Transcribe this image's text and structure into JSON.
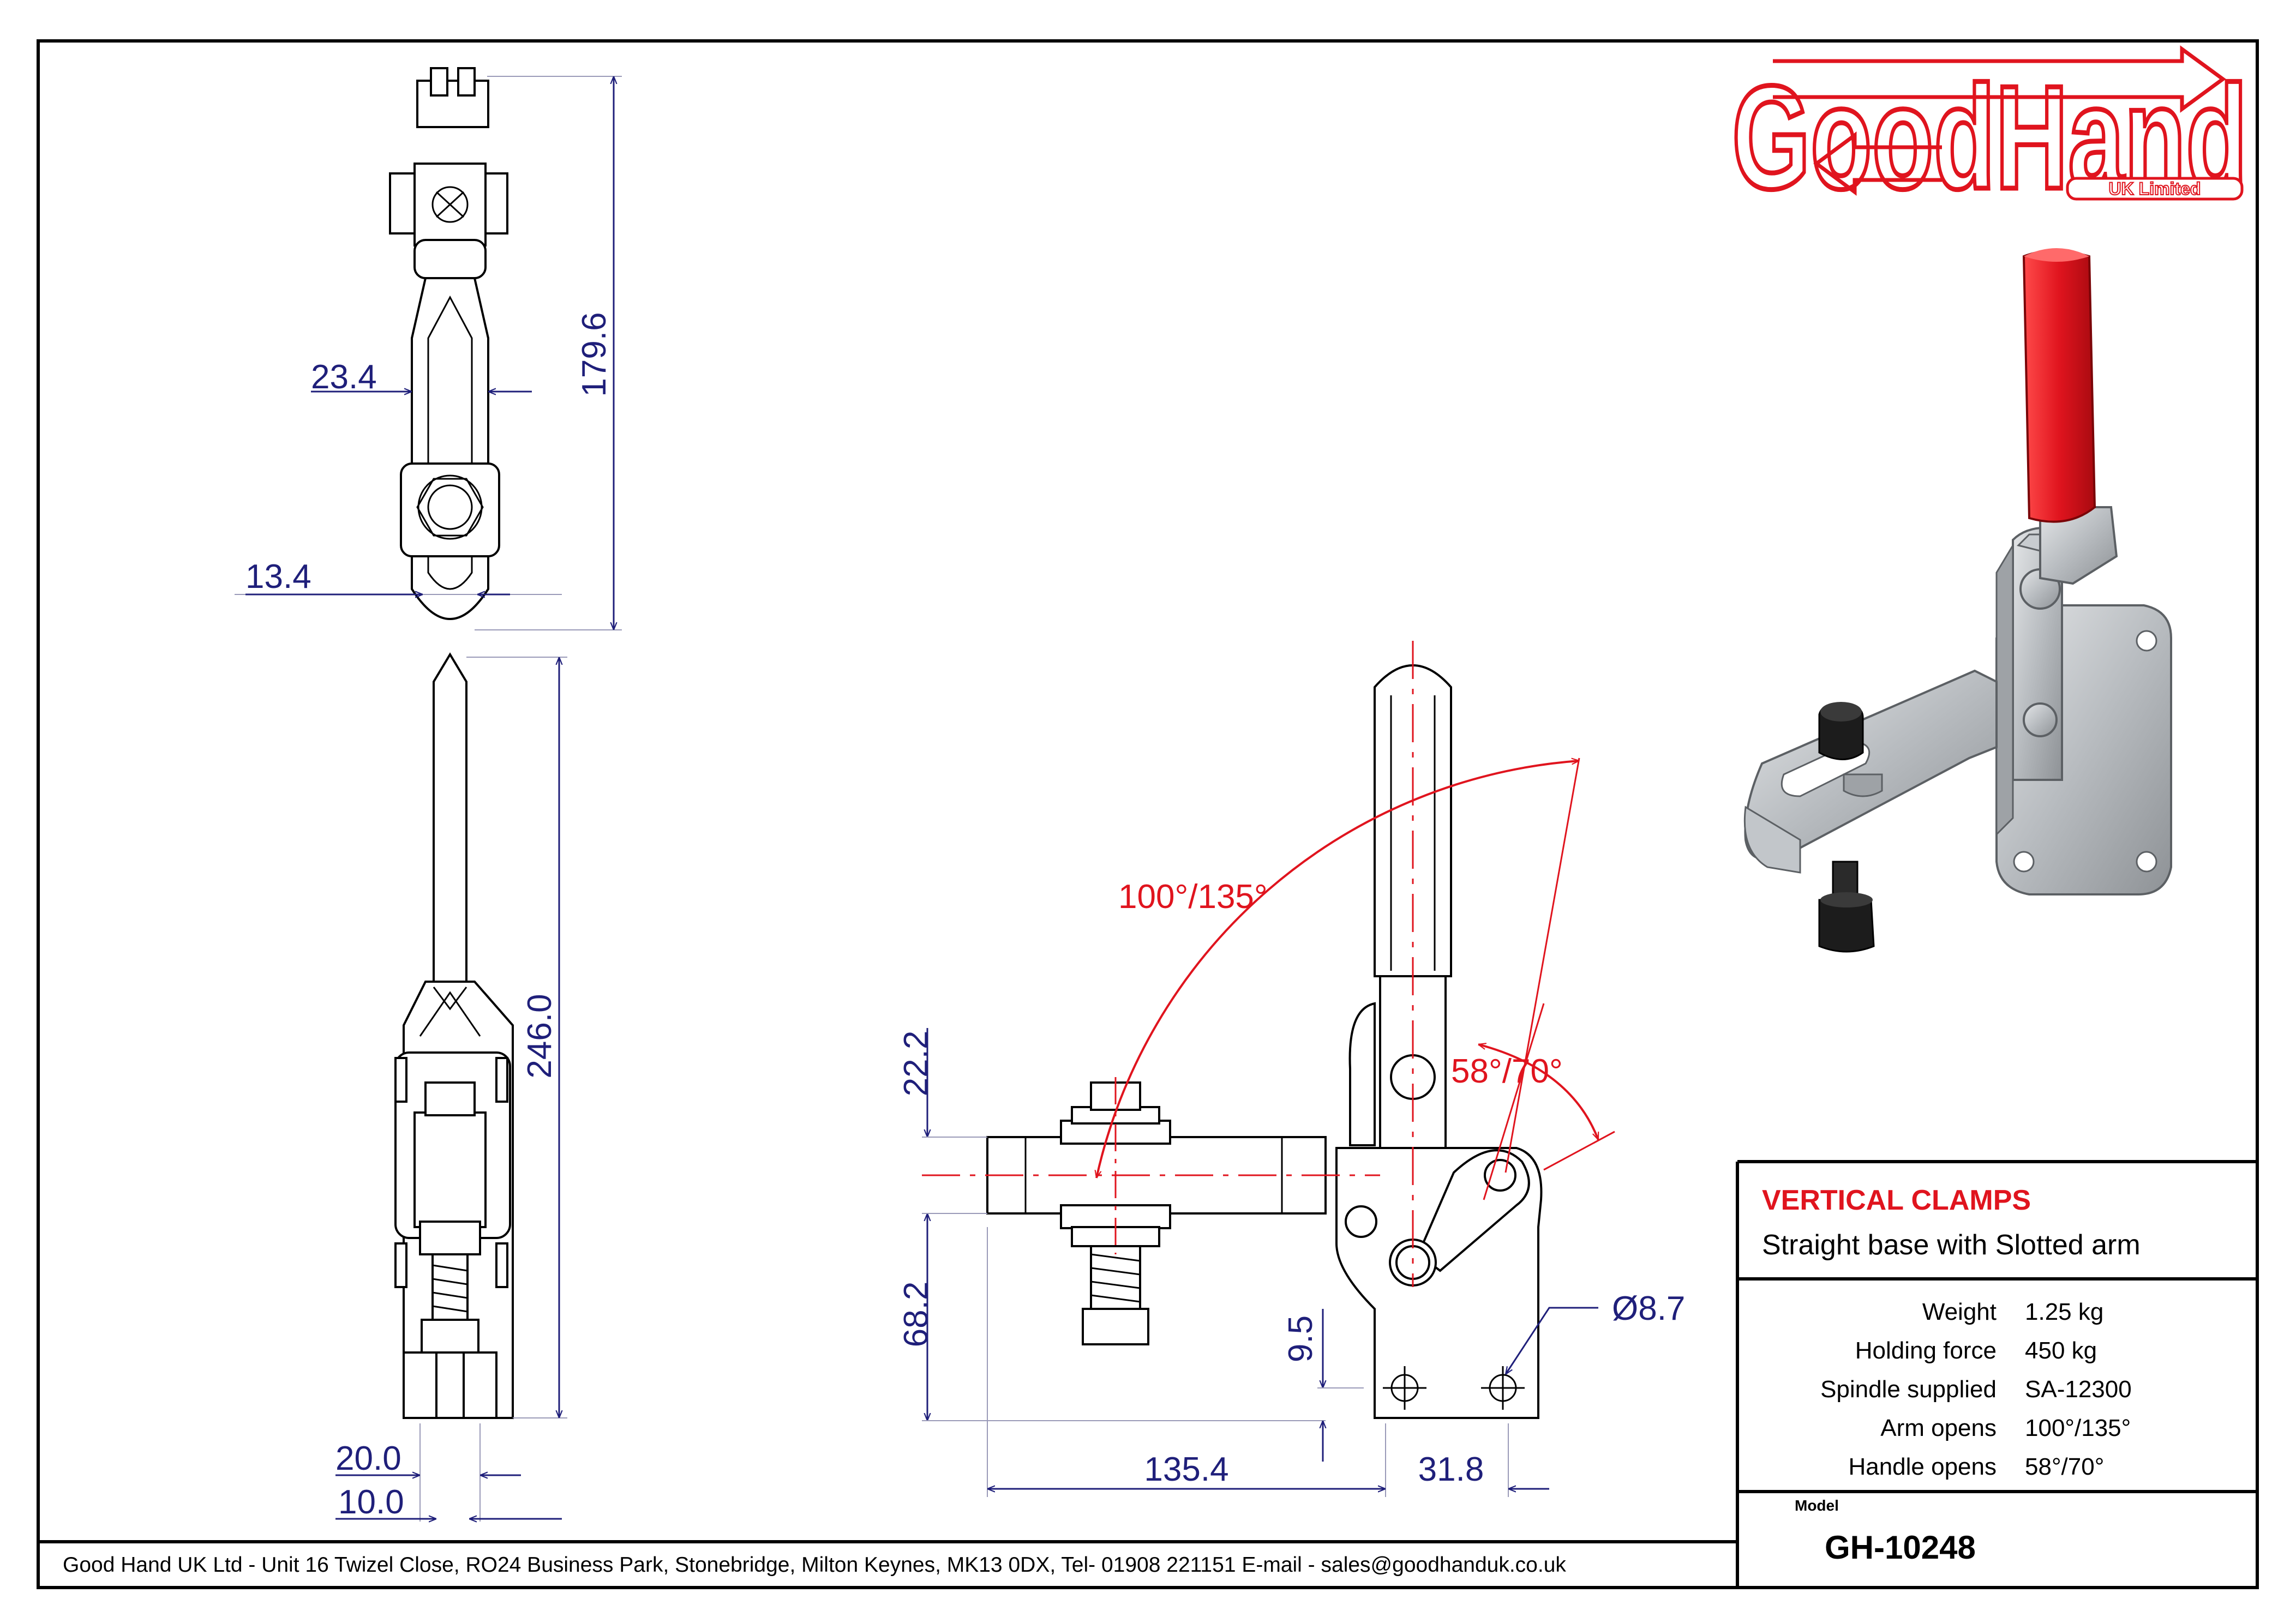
{
  "logo": {
    "main": "GoodHand",
    "sub": "UK Limited"
  },
  "dimensions": {
    "width_top": "23.4",
    "height_top": "179.6",
    "small_top": "13.4",
    "length_side": "246.0",
    "bottom_width_a": "20.0",
    "bottom_width_b": "10.0",
    "arm_height": "22.2",
    "base_height": "68.2",
    "base_offset": "9.5",
    "reach": "135.4",
    "base_width": "31.8",
    "hole_dia": "Ø8.7"
  },
  "angles": {
    "arm": "100°/135°",
    "handle": "58°/70°"
  },
  "title_block": {
    "category": "VERTICAL CLAMPS",
    "description": "Straight base with Slotted arm",
    "specs": [
      {
        "label": "Weight",
        "value": "1.25 kg"
      },
      {
        "label": "Holding force",
        "value": "450 kg"
      },
      {
        "label": "Spindle supplied",
        "value": "SA-12300"
      },
      {
        "label": "Arm opens",
        "value": "100°/135°"
      },
      {
        "label": "Handle opens",
        "value": "58°/70°"
      }
    ],
    "model_label": "Model",
    "model_number": "GH-10248"
  },
  "footer": "Good Hand UK Ltd  - Unit 16 Twizel Close, RO24 Business Park, Stonebridge, Milton Keynes, MK13 0DX,  Tel- 01908 221151  E-mail - sales@goodhanduk.co.uk",
  "colors": {
    "accent_red": "#e0141e",
    "dimension_blue": "#1f1f7a",
    "handle_red": "#e0141e",
    "metal_grey": "#b8bcc0"
  }
}
